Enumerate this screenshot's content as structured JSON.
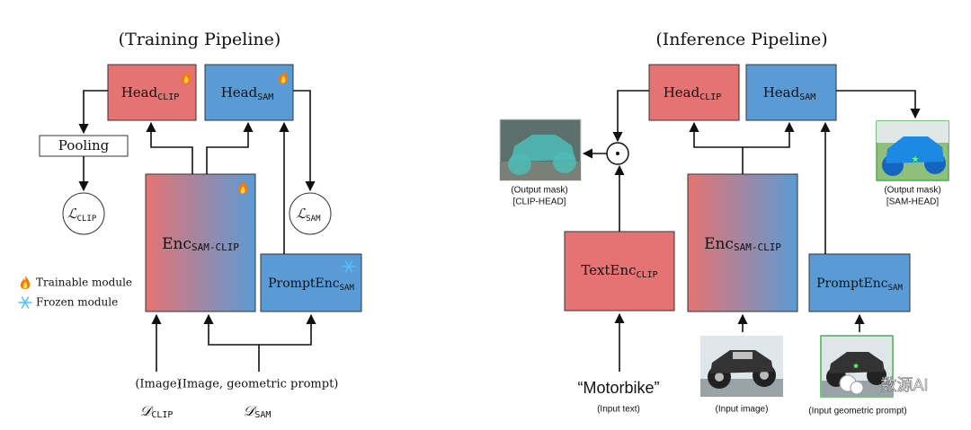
{
  "training": {
    "title": "(Training Pipeline)",
    "head_clip": {
      "main": "Head",
      "sub": "CLIP"
    },
    "head_sam": {
      "main": "Head",
      "sub": "SAM"
    },
    "pooling": "Pooling",
    "loss_clip": {
      "main": "ℒ",
      "sub": "CLIP"
    },
    "loss_sam": {
      "main": "ℒ",
      "sub": "SAM"
    },
    "encoder": {
      "main": "Enc",
      "sub": "SAM-CLIP"
    },
    "prompt_enc": {
      "main": "PromptEnc",
      "sub": "SAM"
    },
    "legend": {
      "trainable": "Trainable module",
      "frozen": "Frozen module"
    },
    "input_image": "(Image)",
    "input_image_prompt": "(Image, geometric prompt)",
    "dataset_clip": {
      "main": "𝒟",
      "sub": "CLIP"
    },
    "dataset_sam": {
      "main": "𝒟",
      "sub": "SAM"
    }
  },
  "inference": {
    "title": "(Inference Pipeline)",
    "head_clip": {
      "main": "Head",
      "sub": "CLIP"
    },
    "head_sam": {
      "main": "Head",
      "sub": "SAM"
    },
    "dot_operator": "⊙",
    "output_mask_clip": {
      "line1": "(Output mask)",
      "line2": "[CLIP-HEAD]"
    },
    "output_mask_sam": {
      "line1": "(Output mask)",
      "line2": "[SAM-HEAD]"
    },
    "text_enc": {
      "main": "TextEnc",
      "sub": "CLIP"
    },
    "encoder": {
      "main": "Enc",
      "sub": "SAM-CLIP"
    },
    "prompt_enc": {
      "main": "PromptEnc",
      "sub": "SAM"
    },
    "input_text_value": "“Motorbike”",
    "input_text_label": "(Input text)",
    "input_image_label": "(Input image)",
    "input_prompt_label": "(Input geometric prompt)"
  },
  "watermark": "数源AI",
  "colors": {
    "red": "#e57373",
    "blue": "#5b9bd5",
    "stroke": "#333333"
  },
  "icons": {
    "trainable": "flame-icon",
    "frozen": "snowflake-icon"
  }
}
